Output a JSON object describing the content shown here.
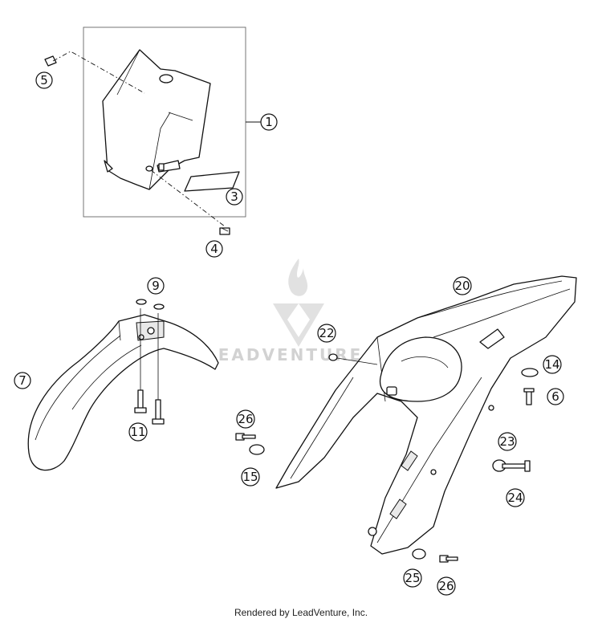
{
  "watermark": {
    "text": "LEADVENTURE"
  },
  "footer": {
    "text": "Rendered by LeadVenture, Inc."
  },
  "callouts": [
    {
      "id": "c1",
      "label": "1"
    },
    {
      "id": "c3",
      "label": "3"
    },
    {
      "id": "c4",
      "label": "4"
    },
    {
      "id": "c5",
      "label": "5"
    },
    {
      "id": "c6",
      "label": "6"
    },
    {
      "id": "c7",
      "label": "7"
    },
    {
      "id": "c9",
      "label": "9"
    },
    {
      "id": "c11",
      "label": "11"
    },
    {
      "id": "c14",
      "label": "14"
    },
    {
      "id": "c15",
      "label": "15"
    },
    {
      "id": "c20",
      "label": "20"
    },
    {
      "id": "c22",
      "label": "22"
    },
    {
      "id": "c23",
      "label": "23"
    },
    {
      "id": "c24",
      "label": "24"
    },
    {
      "id": "c25",
      "label": "25"
    },
    {
      "id": "c26a",
      "label": "26"
    },
    {
      "id": "c26b",
      "label": "26"
    }
  ]
}
